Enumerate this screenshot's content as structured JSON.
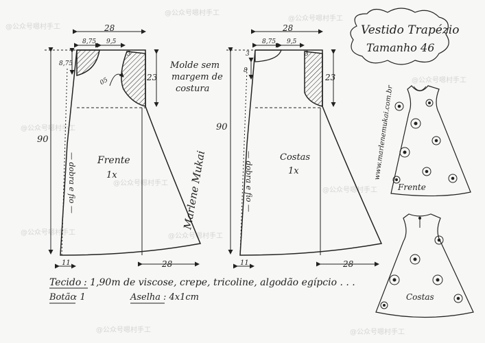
{
  "title": {
    "line1": "Vestido Trapézio",
    "line2": "Tamanho 46"
  },
  "note": {
    "line1": "Molde sem",
    "line2": "margem de",
    "line3": "costura"
  },
  "front": {
    "label": "Frente",
    "qty": "1x",
    "fold": "— dobra e fio —",
    "dims": {
      "top": "28",
      "neck": "8,75",
      "shoulder": "9,5",
      "left_top": "8,75",
      "right_top": "3",
      "armhole": "23",
      "height": "90",
      "bottom_left": "11",
      "bottom": "28",
      "curve": "05"
    }
  },
  "back": {
    "label": "Costas",
    "qty": "1x",
    "fold": "— dobra e fio —",
    "dims": {
      "top": "28",
      "neck": "8,75",
      "shoulder": "9,5",
      "left_top": "3",
      "small": "8",
      "right_top": "3",
      "armhole": "23",
      "height": "90",
      "bottom_left": "11",
      "bottom": "28"
    }
  },
  "signature": "Marlene Mukai",
  "side_text": "www.marlenemukai.com.br",
  "previews": {
    "front": "Frente",
    "back": "Costas"
  },
  "materials": {
    "fabric_label": "Tecido",
    "fabric_value": ": 1,90m de viscose, crepe, tricoline, algodão egípcio . . .",
    "button_label": "Botão",
    "button_value": ": 1",
    "loop_label": "Aselha",
    "loop_value": ": 4x1cm"
  },
  "watermark": "@公众号嗯村手工",
  "colors": {
    "ink": "#222222",
    "paper": "#f7f7f5",
    "watermark": "#b4b4b4"
  }
}
